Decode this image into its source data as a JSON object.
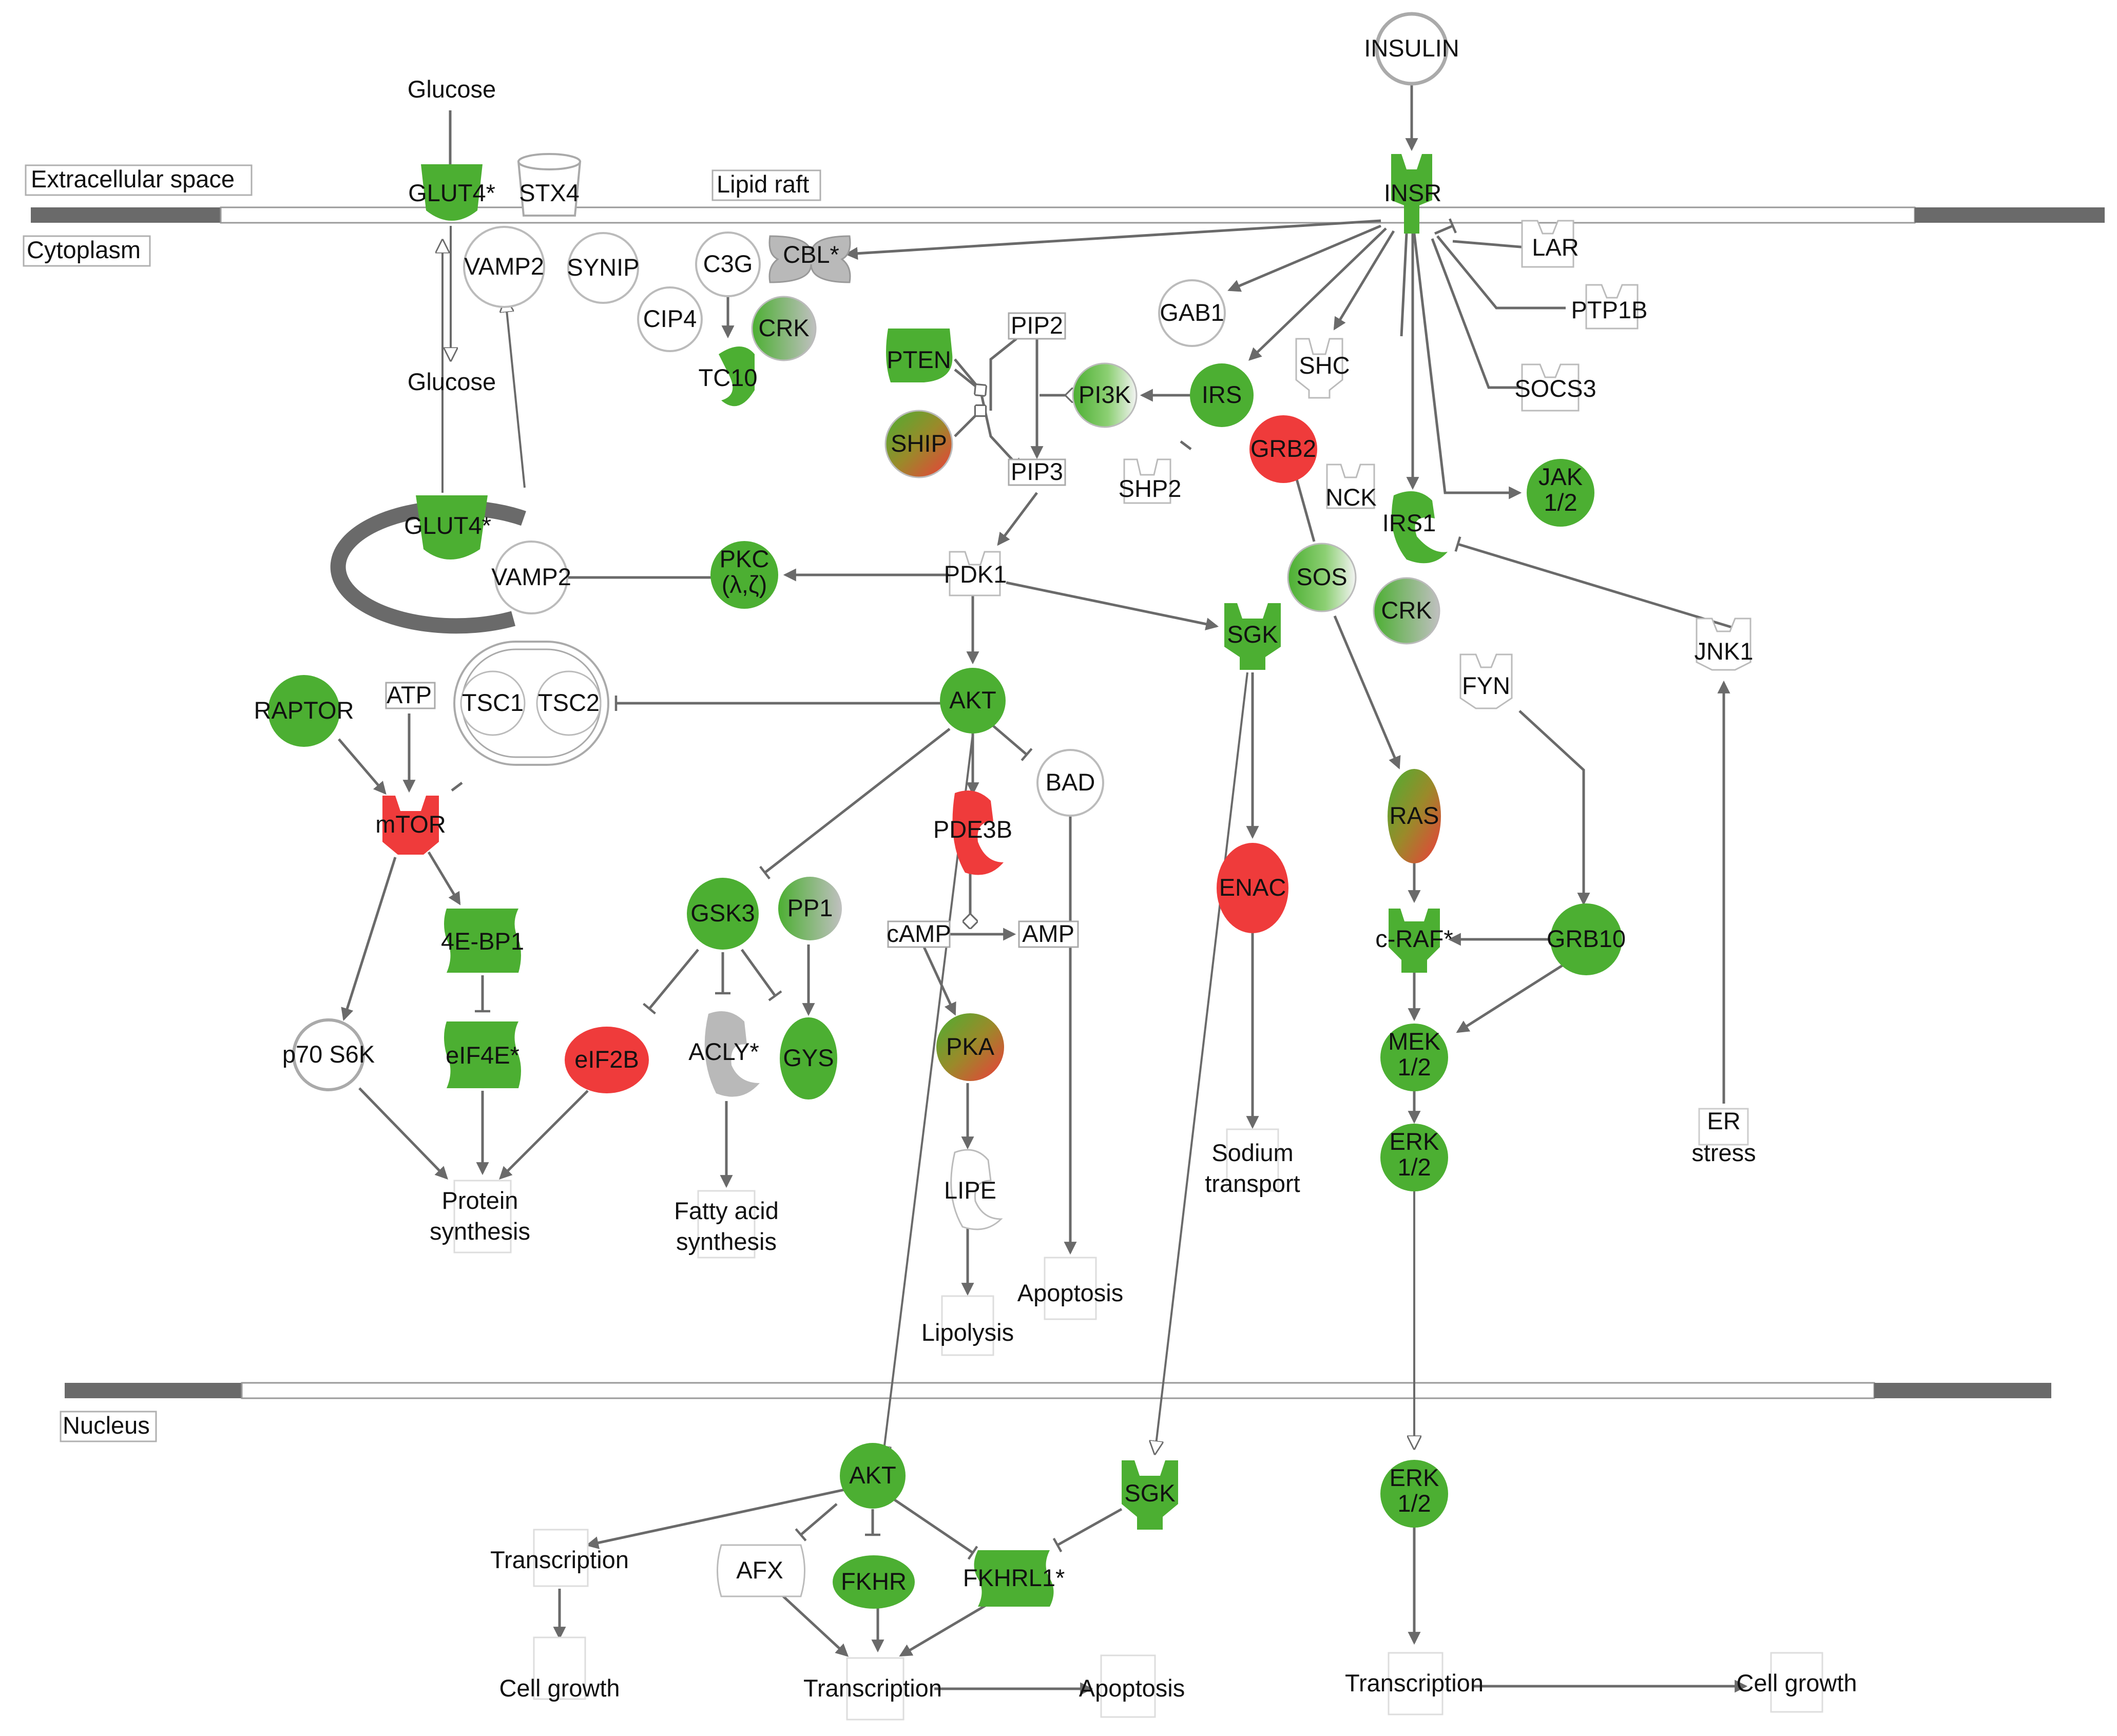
{
  "compartments": {
    "extracellular": "Extracellular space",
    "cytoplasm": "Cytoplasm",
    "nucleus": "Nucleus",
    "lipid_raft": "Lipid raft"
  },
  "colors": {
    "green": "#4caf32",
    "red": "#ef3b3b",
    "grey": "#b9b9b9",
    "white": "#ffffff",
    "edge": "#6a6a6a",
    "membrane_dark": "#6a6a6a"
  },
  "nodes": {
    "insulin": "INSULIN",
    "insr": "INSR",
    "glucose_out": "Glucose",
    "glut4_membrane": "GLUT4*",
    "stx4": "STX4",
    "vamp2_top": "VAMP2",
    "synip": "SYNIP",
    "c3g": "C3G",
    "cbl": "CBL*",
    "cip4": "CIP4",
    "crk_top": "CRK",
    "tc10": "TC10",
    "glucose_in": "Glucose",
    "glut4_vesicle": "GLUT4*",
    "vamp2_vesicle": "VAMP2",
    "pten": "PTEN",
    "ship": "SHIP",
    "pip2": "PIP2",
    "pip3": "PIP3",
    "pi3k": "PI3K",
    "irs": "IRS",
    "gab1": "GAB1",
    "shc": "SHC",
    "grb2": "GRB2",
    "shp2": "SHP2",
    "lar": "LAR",
    "ptp1b": "PTP1B",
    "socs3": "SOCS3",
    "jak_line1": "JAK",
    "jak_line2": "1/2",
    "nck": "NCK",
    "irs1": "IRS1",
    "sos": "SOS",
    "crk_mid": "CRK",
    "pkc_line1": "PKC",
    "pkc_line2": "(λ,ζ)",
    "pdk1": "PDK1",
    "sgk_cyto": "SGK",
    "jnk1": "JNK1",
    "fyn": "FYN",
    "raptor": "RAPTOR",
    "atp": "ATP",
    "tsc1": "TSC1",
    "tsc2": "TSC2",
    "akt_cyto": "AKT",
    "bad": "BAD",
    "mtor": "mTOR",
    "pde3b": "PDE3B",
    "enac": "ENAC",
    "ras": "RAS",
    "craf": "c-RAF*",
    "grb10": "GRB10",
    "gsk3": "GSK3",
    "pp1": "PP1",
    "camp": "cAMP",
    "amp": "AMP",
    "fourebp1": "4E-BP1",
    "p70s6k": "p70 S6K",
    "eif4e": "eIF4E*",
    "eif2b": "eIF2B",
    "acly": "ACLY*",
    "gys": "GYS",
    "pka": "PKA",
    "mek_line1": "MEK",
    "mek_line2": "1/2",
    "erk_cyto_line1": "ERK",
    "erk_cyto_line2": "1/2",
    "er_line1": "ER",
    "er_line2": "stress",
    "protein_syn_line1": "Protein",
    "protein_syn_line2": "synthesis",
    "fatty_line1": "Fatty acid",
    "fatty_line2": "synthesis",
    "lipe": "LIPE",
    "sodium_line1": "Sodium",
    "sodium_line2": "transport",
    "apoptosis_cyto": "Apoptosis",
    "lipolysis": "Lipolysis",
    "akt_nuc": "AKT",
    "sgk_nuc": "SGK",
    "erk_nuc_line1": "ERK",
    "erk_nuc_line2": "1/2",
    "transcription_left": "Transcription",
    "afx": "AFX",
    "fkhr": "FKHR",
    "fkhrl1": "FKHRL1*",
    "cell_growth_left": "Cell growth",
    "transcription_mid": "Transcription",
    "apoptosis_nuc": "Apoptosis",
    "transcription_right": "Transcription",
    "cell_growth_right": "Cell growth"
  }
}
